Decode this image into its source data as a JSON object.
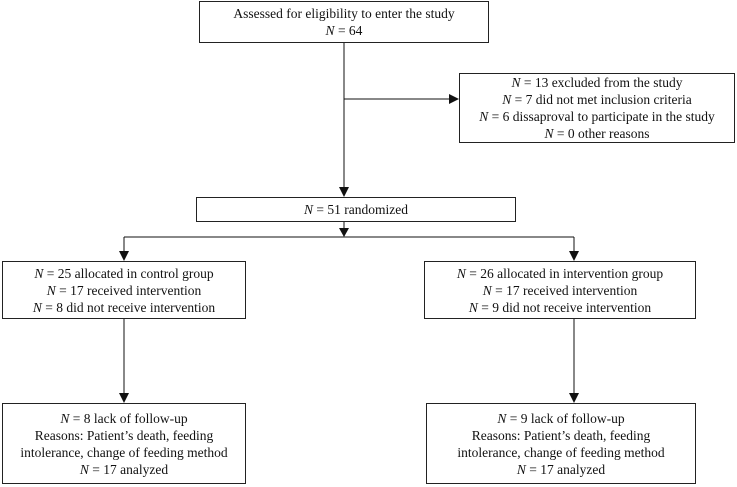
{
  "eligibility": {
    "title": "Assessed for eligibility to enter the study",
    "n_label": "N",
    "n_text": " = 64"
  },
  "excluded": {
    "lines": [
      {
        "n": "N",
        "text": " = 13 excluded from the study"
      },
      {
        "n": "N",
        "text": " = 7 did not met inclusion criteria"
      },
      {
        "n": "N",
        "text": " = 6 dissaproval to participate in the study"
      },
      {
        "n": "N",
        "text": " = 0 other reasons"
      }
    ]
  },
  "randomized": {
    "n": "N",
    "text": " = 51 randomized"
  },
  "control": {
    "lines": [
      {
        "n": "N",
        "text": " = 25 allocated in control group"
      },
      {
        "n": "N",
        "text": " = 17 received intervention"
      },
      {
        "n": "N",
        "text": " = 8 did not receive intervention"
      }
    ]
  },
  "intervention": {
    "lines": [
      {
        "n": "N",
        "text": " = 26 allocated in intervention group"
      },
      {
        "n": "N",
        "text": " = 17 received intervention"
      },
      {
        "n": "N",
        "text": " = 9 did not receive intervention"
      }
    ]
  },
  "followup_control": {
    "l1_n": "N",
    "l1_text": " = 8 lack of follow-up",
    "l2": "Reasons: Patient’s death, feeding",
    "l3": "intolerance, change of feeding method",
    "l4_n": "N",
    "l4_text": " = 17 analyzed"
  },
  "followup_intervention": {
    "l1_n": "N",
    "l1_text": " = 9 lack of follow-up",
    "l2": "Reasons: Patient’s death, feeding",
    "l3": "intolerance, change of feeding method",
    "l4_n": "N",
    "l4_text": " = 17 analyzed"
  }
}
